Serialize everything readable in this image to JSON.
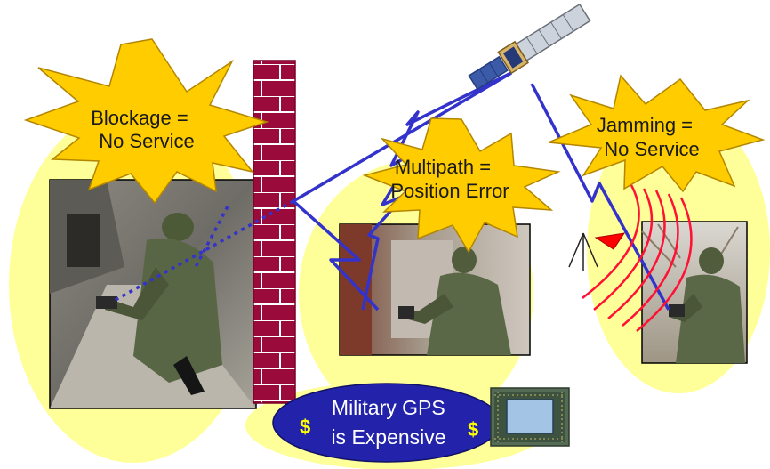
{
  "bursts": {
    "blockage": {
      "line1": "Blockage =",
      "line2": "No Service"
    },
    "multipath": {
      "line1": "Multipath =",
      "line2": "Position Error"
    },
    "jamming": {
      "line1": "Jamming =",
      "line2": "No Service"
    }
  },
  "cost": {
    "line1": "Military GPS",
    "line2": "is Expensive",
    "symbol": "$"
  },
  "colors": {
    "halo": "#ffff99",
    "burst": "#ffcc00",
    "signal": "#3333cc",
    "wall": "#990033",
    "jam_waves": "#ff0033",
    "oval": "#2222aa",
    "dollar": "#ffff00"
  },
  "icons": {
    "satellite": "satellite-icon",
    "jammer": "antenna-icon",
    "receiver": "gps-module-icon"
  }
}
